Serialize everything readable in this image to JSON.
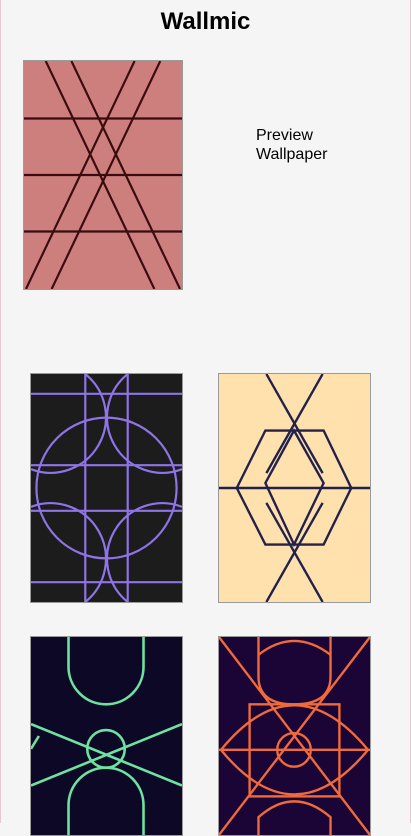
{
  "app": {
    "title": "Wallmic"
  },
  "preview": {
    "label_line1": "Preview",
    "label_line2": "Wallpaper"
  },
  "wallpapers": [
    {
      "id": "diamond-lattice",
      "background": "#cd7f7d",
      "stroke": "#3a0c0f"
    },
    {
      "id": "circle-grid",
      "background": "#1c1c1c",
      "stroke": "#8f74e8"
    },
    {
      "id": "hexagon-x",
      "background": "#ffe1ad",
      "stroke": "#22214c"
    },
    {
      "id": "eye-x",
      "background": "#0c0826",
      "stroke": "#6ee3a1"
    },
    {
      "id": "square-eye",
      "background": "#1b0536",
      "stroke": "#f06a3b"
    }
  ]
}
